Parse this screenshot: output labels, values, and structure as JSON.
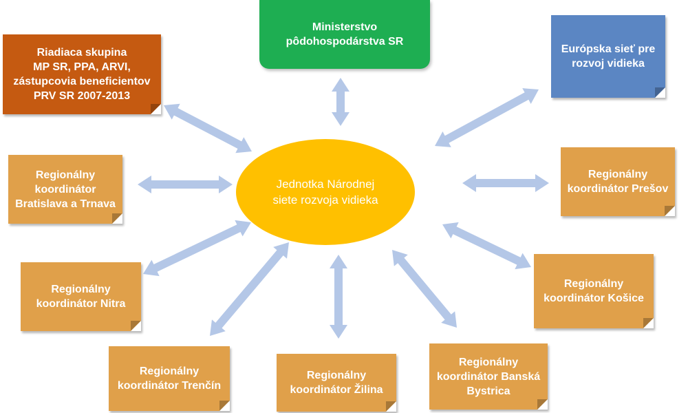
{
  "colors": {
    "center": "#FFC000",
    "ministry": "#1EAE52",
    "european": "#5B86C3",
    "steering": "#C55A11",
    "regional": "#E0A04A",
    "arrow": "#B4C7E7"
  },
  "center": {
    "label": "Jednotka Národnej\nsiete rozvoja vidieka"
  },
  "nodes": {
    "ministry": "Ministerstvo\npôdohospodárstva SR",
    "european": "Európska sieť  pre\nrozvoj vidieka",
    "steering": "Riadiaca skupina\nMP SR, PPA, ARVI,\nzástupcovia beneficientov\nPRV SR 2007-2013",
    "ba_tt": "Regionálny\nkoordinátor\nBratislava a Trnava",
    "presov": "Regionálny\nkoordinátor Prešov",
    "nitra": "Regionálny\nkoordinátor Nitra",
    "kosice": "Regionálny\nkoordinátor Košice",
    "trencin": "Regionálny\nkoordinátor Trenčín",
    "zilina": "Regionálny\nkoordinátor Žilina",
    "banska": "Regionálny\nkoordinátor Banská\nBystrica"
  },
  "connections": [
    "ministry",
    "european",
    "steering",
    "ba_tt",
    "presov",
    "nitra",
    "kosice",
    "trencin",
    "zilina",
    "banska"
  ]
}
